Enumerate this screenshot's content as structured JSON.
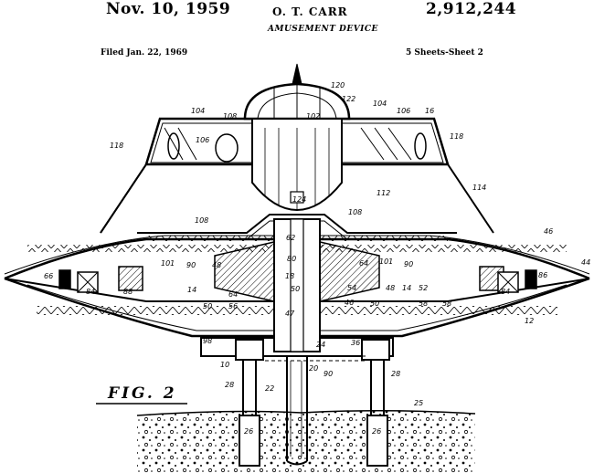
{
  "header": {
    "date": "Nov. 10, 1959",
    "inventor": "O. T. CARR",
    "patent_number": "2,912,244",
    "title": "AMUSEMENT DEVICE",
    "filed": "Filed Jan. 22, 1969",
    "sheet": "5 Sheets-Sheet 2"
  },
  "figure": {
    "label": "FIG. 2",
    "refs": {
      "r120": "120",
      "r122": "122",
      "r104a": "104",
      "r108a": "108",
      "r104b": "104",
      "r106a": "106",
      "r106b": "106",
      "r16": "16",
      "r102": "102",
      "r118a": "118",
      "r118b": "118",
      "r114": "114",
      "r112": "112",
      "r124": "124",
      "r108b": "108",
      "r108c": "108",
      "r62": "62",
      "r46a": "46",
      "r44": "44",
      "r80": "80",
      "r66": "66",
      "r86": "86",
      "r84a": "84",
      "r84b": "84",
      "r88": "88",
      "r101a": "101",
      "r101b": "101",
      "r90a": "90",
      "r90b": "90",
      "r48a": "48",
      "r48b": "48",
      "r14a": "14",
      "r14b": "14",
      "r64a": "64",
      "r64b": "64",
      "r54": "54",
      "r52": "52",
      "r50a": "50",
      "r50b": "50",
      "r50c": "50",
      "r46b": "46",
      "r56": "56",
      "r58a": "58",
      "r58b": "58",
      "r12": "12",
      "r47": "47",
      "r98": "98",
      "r10": "10",
      "r24": "24",
      "r36": "36",
      "r90c": "90",
      "r22": "22",
      "r28a": "28",
      "r28b": "28",
      "r26a": "26",
      "r26b": "26",
      "r25": "25",
      "r18": "18",
      "r20": "20"
    }
  }
}
